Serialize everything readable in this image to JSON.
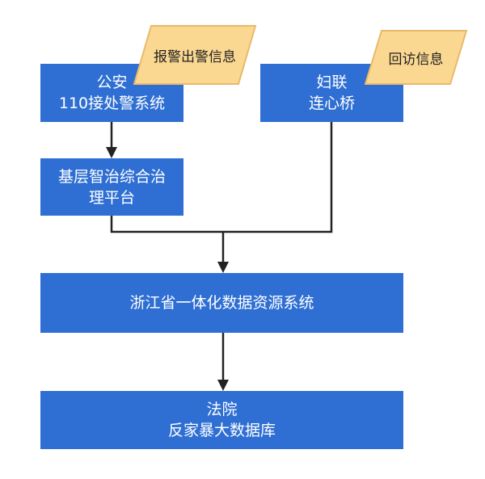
{
  "boxes": {
    "police": {
      "line1": "公安",
      "line2": "110接处警系统"
    },
    "women_federation": {
      "line1": "妇联",
      "line2": "连心桥"
    },
    "grassroots": {
      "line1": "基层智治综合治",
      "line2": "理平台"
    },
    "zhejiang": {
      "line1": "浙江省一体化数据资源系统"
    },
    "court": {
      "line1": "法院",
      "line2": "反家暴大数据库"
    }
  },
  "notes": {
    "police_note": "报警出警信息",
    "federation_note": "回访信息"
  },
  "colors": {
    "box_fill": "#2f6fd3",
    "note_fill": "#fbd891",
    "note_stroke": "#e9b96a",
    "line": "#222222"
  }
}
